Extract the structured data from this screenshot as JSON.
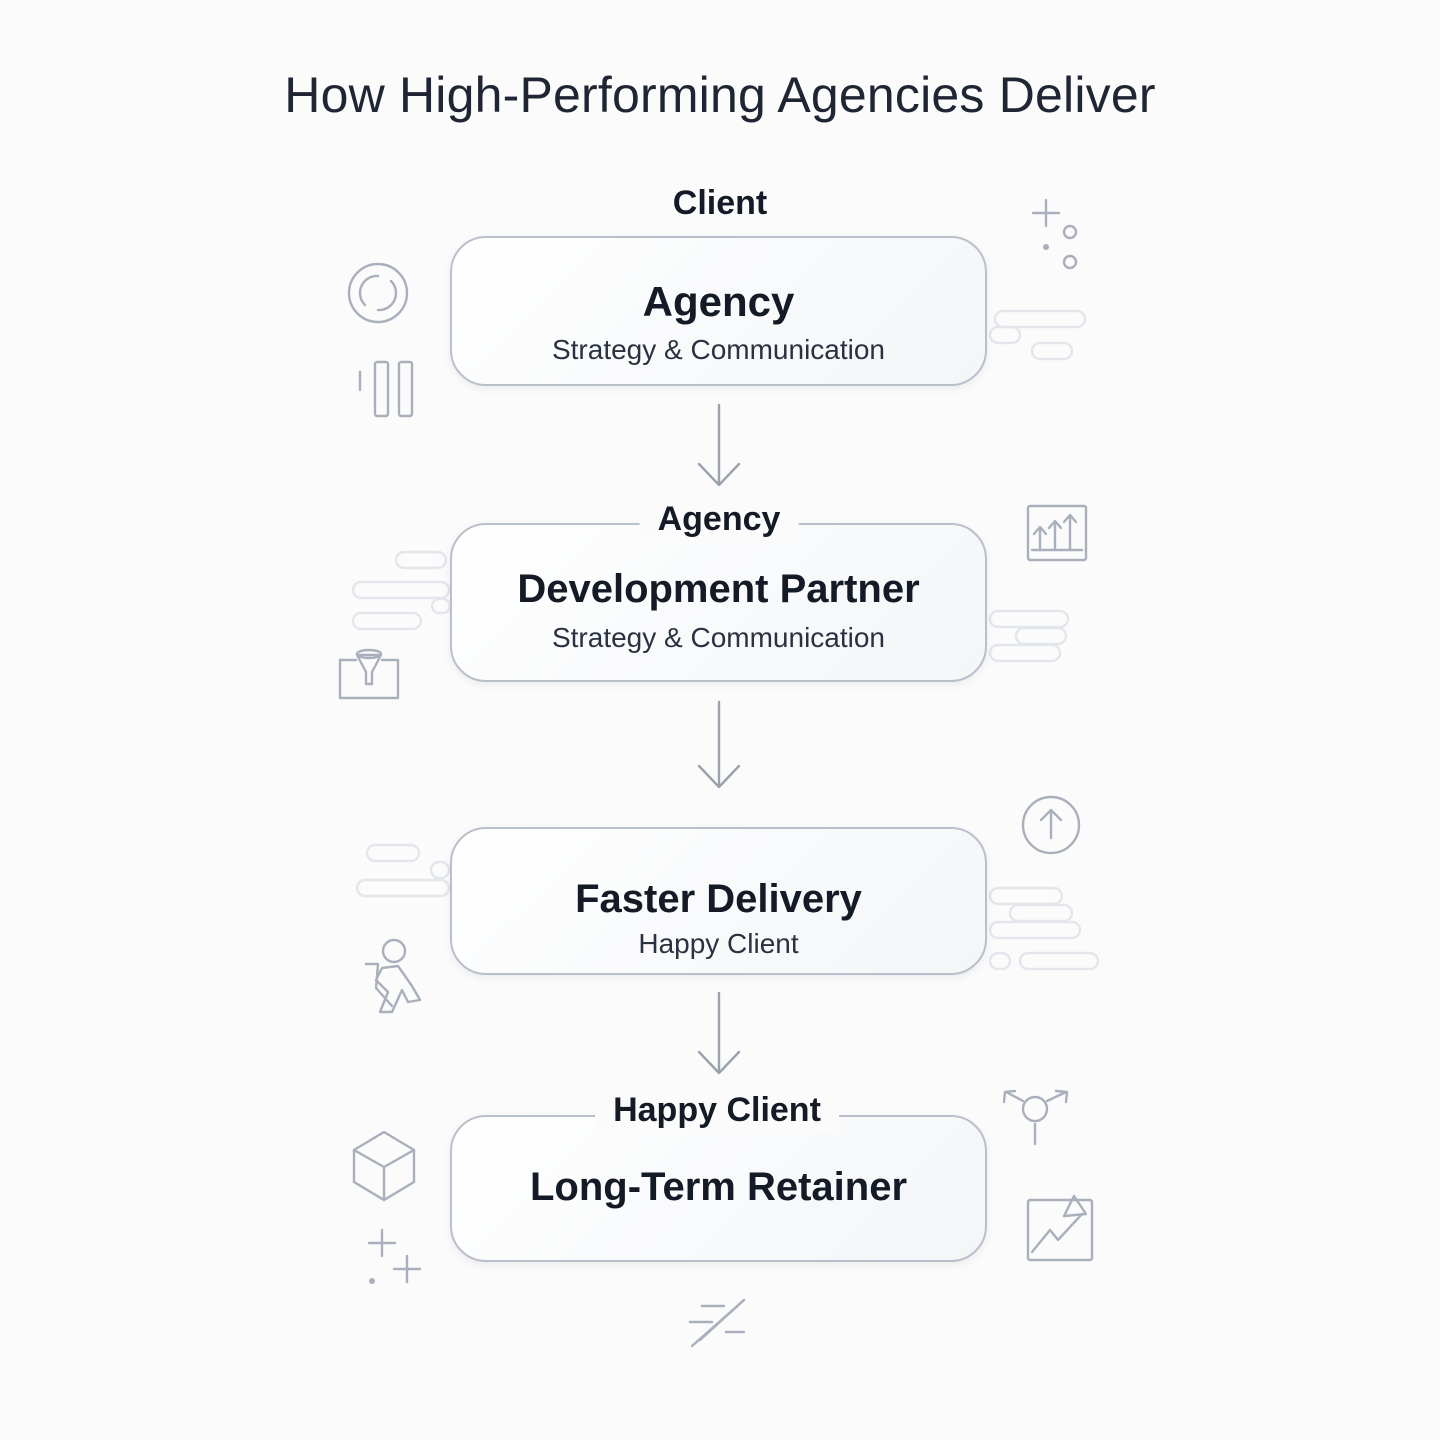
{
  "title": "How High-Performing Agencies Deliver",
  "steps": [
    {
      "label": "Client",
      "title": "Agency",
      "subtitle": "Strategy & Communication"
    },
    {
      "label": "Agency",
      "title": "Development Partner",
      "subtitle": "Strategy & Communication"
    },
    {
      "label": "",
      "title": "Faster Delivery",
      "subtitle": "Happy Client"
    },
    {
      "label": "Happy Client",
      "title": "Long-Term Retainer",
      "subtitle": ""
    }
  ],
  "icons": [
    "refresh-icon",
    "bar-chart-icon",
    "plus-dots-icon",
    "growth-chart-icon",
    "funnel-icon",
    "upload-icon",
    "person-icon",
    "cube-icon",
    "sparkle-icon",
    "network-node-icon",
    "trend-chart-icon",
    "fast-forward-icon"
  ],
  "colors": {
    "line": "#b9c0cb",
    "text": "#141a26",
    "background": "#fbfbfc"
  }
}
